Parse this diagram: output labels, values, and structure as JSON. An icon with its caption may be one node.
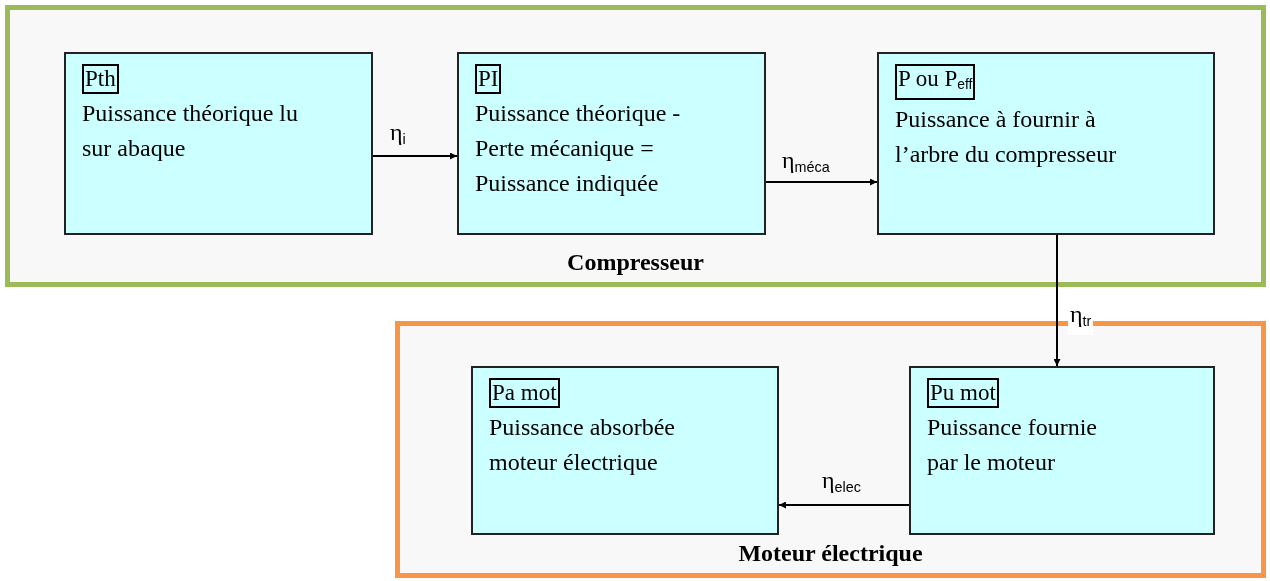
{
  "diagram": {
    "nodes": [
      {
        "text": [
          "Compresseur"
        ]
      },
      {
        "text": [
          "Pth",
          "Puissance théorique lu sur abaque"
        ],
        "in": 0
      },
      {
        "text": [
          "PI",
          "Puissance théorique - Perte mécanique = Puissance indiquée"
        ],
        "in": 0
      },
      {
        "text": [
          "P ou P$_{eff}$",
          "Puissance à fournir à l’arbre du compresseur"
        ],
        "in": 0
      },
      {
        "text": [
          "Moteur électrique"
        ]
      },
      {
        "text": [
          "Pa mot",
          "Puissance absorbée moteur électrique"
        ],
        "in": 4
      },
      {
        "text": [
          "Pu mot",
          "Puissance fournie par le moteur"
        ],
        "in": 4
      }
    ],
    "edges": [
      {
        "from": 1,
        "to": 2,
        "arrow": "to",
        "label": "η$_{i}$"
      },
      {
        "from": 2,
        "to": 3,
        "arrow": "to",
        "label": "η$_{méca}$"
      },
      {
        "from": 3,
        "to": 6,
        "arrow": "to",
        "label": "η$_{tr}$"
      },
      {
        "from": 6,
        "to": 5,
        "arrow": "to",
        "label": "η$_{elec}$"
      }
    ]
  }
}
